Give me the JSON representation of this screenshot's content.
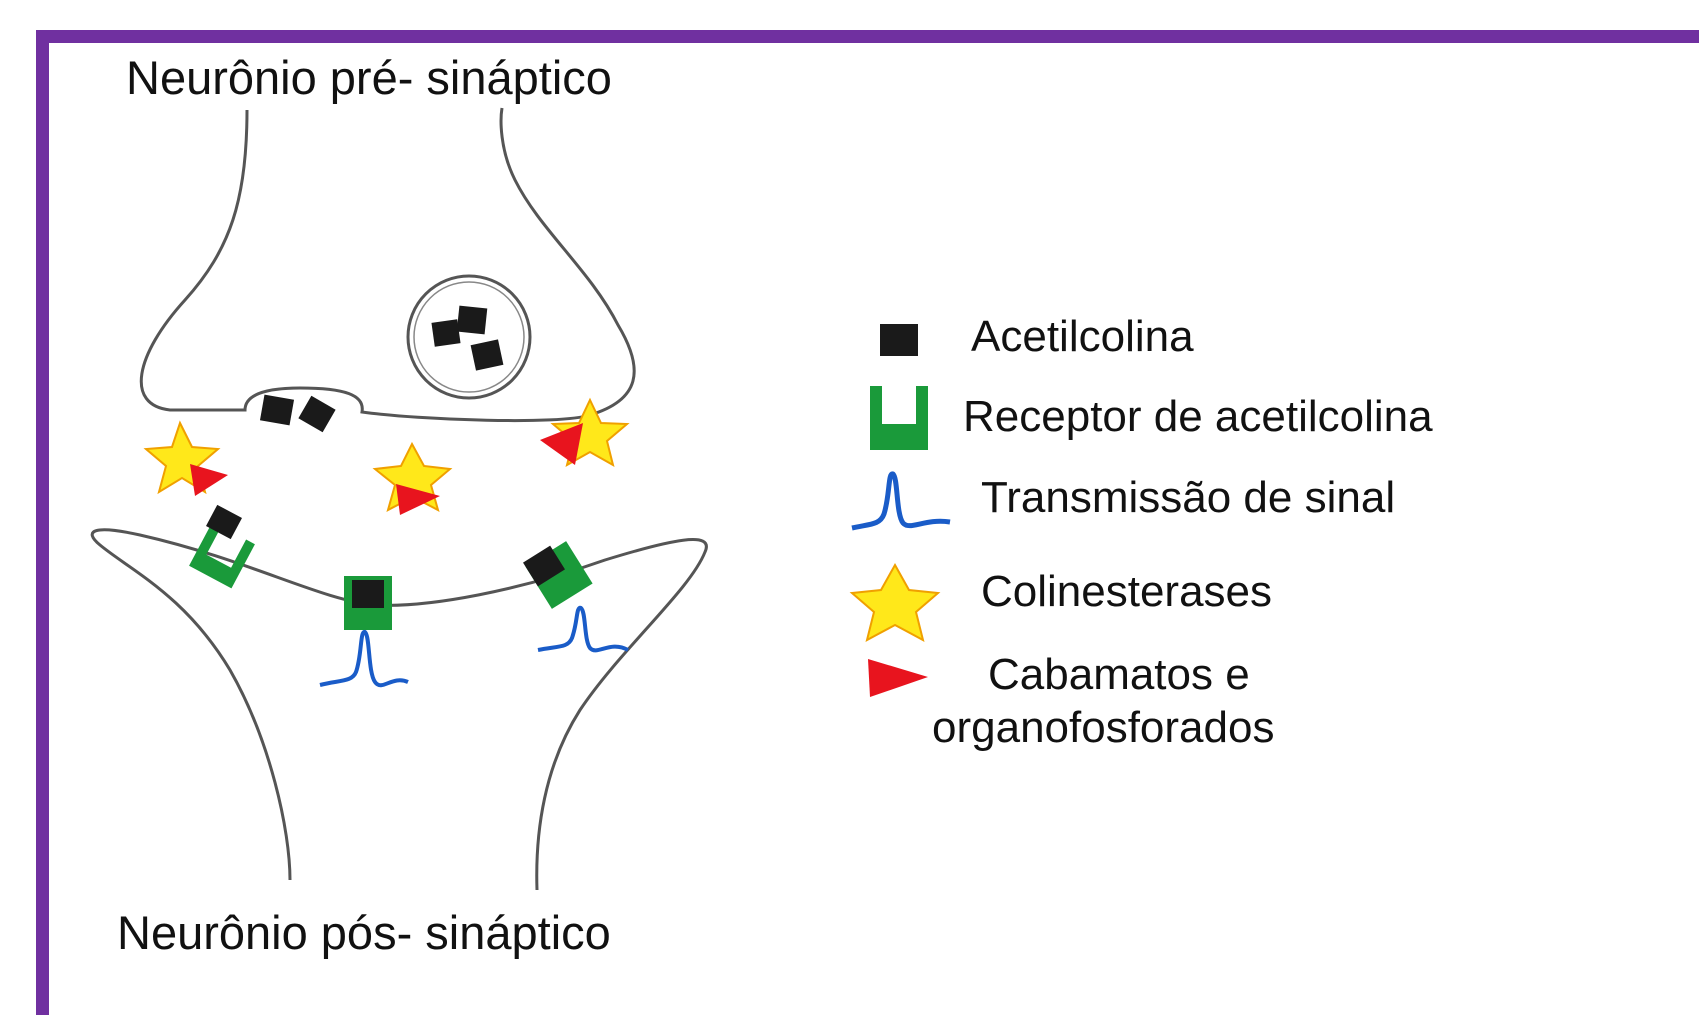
{
  "diagram": {
    "presynaptic_label": "Neurônio pré- sináptico",
    "postsynaptic_label": "Neurônio pós- sináptico"
  },
  "legend": {
    "acetylcholine": "Acetilcolina",
    "receptor": "Receptor de acetilcolina",
    "signal": "Transmissão de sinal",
    "cholinesterases": "Colinesterases",
    "inhibitor_line1": "Cabamatos e",
    "inhibitor_line2": "organofosforados"
  },
  "colors": {
    "border": "#7030a0",
    "acetylcholine": "#1a1a1a",
    "receptor": "#1a9a3a",
    "signal": "#1a5cc8",
    "star_fill": "#ffe81a",
    "star_stroke": "#f0a000",
    "inhibitor": "#e8141e",
    "membrane": "#555555"
  }
}
